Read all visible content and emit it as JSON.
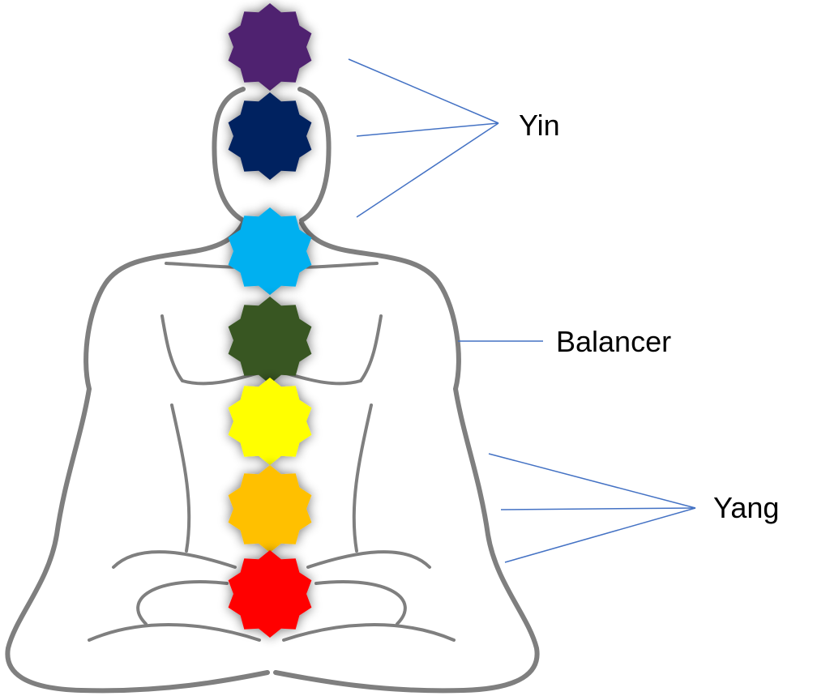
{
  "labels": {
    "yin": "Yin",
    "balancer": "Balancer",
    "yang": "Yang"
  },
  "chakras": [
    {
      "name": "crown",
      "color": "#4f2170"
    },
    {
      "name": "third-eye",
      "color": "#002060"
    },
    {
      "name": "throat",
      "color": "#00b0f0"
    },
    {
      "name": "heart",
      "color": "#375623"
    },
    {
      "name": "solar-plexus",
      "color": "#ffff00"
    },
    {
      "name": "sacral",
      "color": "#ffc000"
    },
    {
      "name": "root",
      "color": "#ff0000"
    }
  ],
  "line_color": "#4472c4",
  "outline_color": "#7f7f7f"
}
